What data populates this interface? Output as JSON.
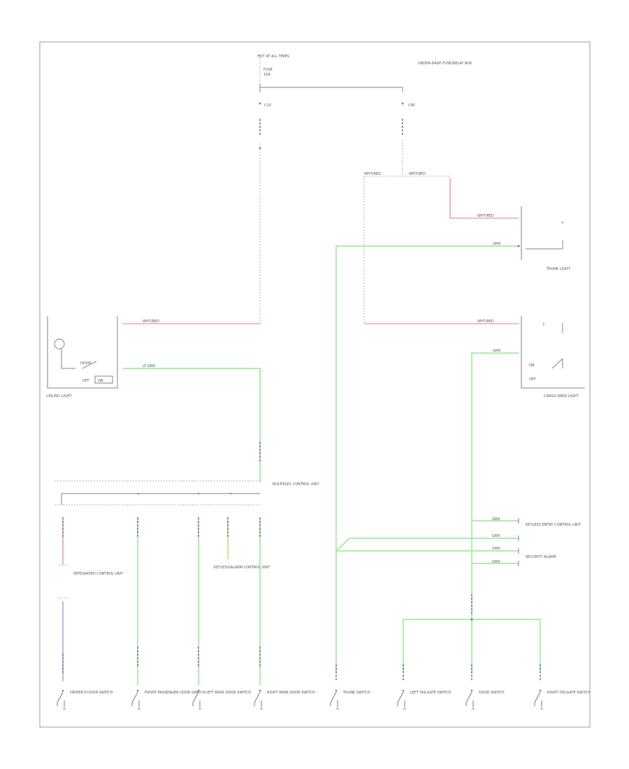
{
  "figure_id": "",
  "top": {
    "fuse_box": "HOT AT ALL TIMES",
    "fuse": "FUSE",
    "fuse_amp": "15A",
    "ic_left": "C20",
    "ic_right": "C95",
    "junction_note": "UNDER-DASH FUSE/RELAY BOX"
  },
  "wire_labels": {
    "wht_red_left": "WHT/RED",
    "wht_red_trunk": "WHT/RED",
    "wht_red_cargo": "WHT/RED",
    "wht_red_spl1": "WHT/RED",
    "wht_red_spl2": "WHT/RED",
    "grn_trunk": "GRN",
    "grn_cargo": "GRN",
    "lt_grn_left": "LT GRN"
  },
  "components": {
    "ceiling_light": "CEILING LIGHT",
    "trunk_light": "TRUNK LIGHT",
    "cargo_area_light": "CARGO AREA LIGHT",
    "ceiling_light_door": "DOOR",
    "ceiling_light_on": "ON",
    "ceiling_light_off": "OFF",
    "cargo_on": "ON",
    "cargo_off": "OFF",
    "under_dash_note": "UNDER DASH FUSE/RELAY",
    "keyless_note": "KEYLESS/ALARM CONTROL UNIT",
    "multi_control": "MULTIPLEX CONTROL UNIT",
    "dash_unit": "INTEGRATED CONTROL UNIT"
  },
  "right_connectors": [
    {
      "wire": "GRN",
      "label": "KEYLESS ENTRY CONTROL UNIT"
    },
    {
      "wire": "GRN",
      "label": ""
    },
    {
      "wire": "GRN",
      "label": "SECURITY ALARM"
    },
    {
      "wire": "GRN",
      "label": ""
    }
  ],
  "switches": [
    {
      "label": "DRIVER'S DOOR SWITCH"
    },
    {
      "label": "FRONT PASSENGER DOOR SWITCH"
    },
    {
      "label": "LEFT REAR DOOR SWITCH"
    },
    {
      "label": "RIGHT REAR DOOR SWITCH"
    },
    {
      "label": "TRUNK SWITCH"
    },
    {
      "label": "LEFT TAILGATE SWITCH"
    },
    {
      "label": "HOOD SWITCH"
    },
    {
      "label": "RIGHT TAILGATE SWITCH"
    }
  ]
}
